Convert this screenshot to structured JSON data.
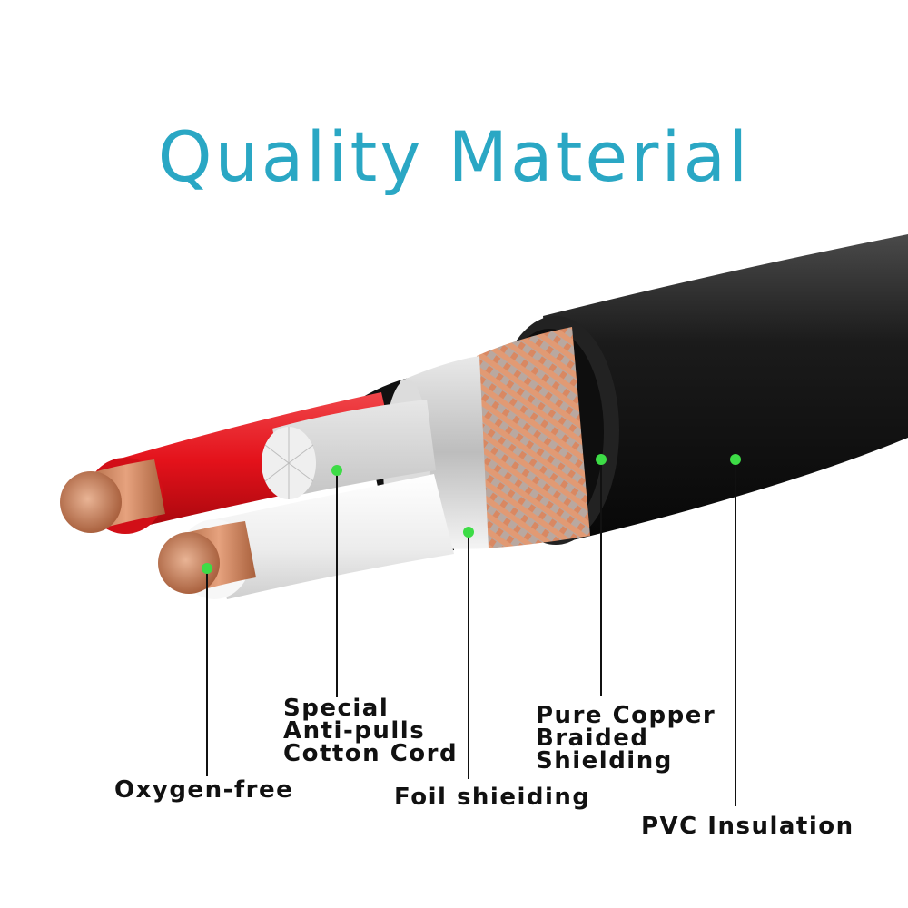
{
  "title": "Quality Material",
  "colors": {
    "title": "#2aa7c4",
    "marker": "#3ddc46",
    "red_insulation": "#e4121b",
    "copper": "#c98059",
    "jacket": "#141414",
    "foil": "#cfcfcf"
  },
  "labels": {
    "oxygen_free": "Oxygen-free",
    "cotton_cord": [
      "Special",
      "Anti-pulls",
      "Cotton Cord"
    ],
    "foil": "Foil shieiding",
    "braid": [
      "Pure Copper",
      "Braided",
      "Shielding"
    ],
    "pvc": "PVC Insulation"
  }
}
